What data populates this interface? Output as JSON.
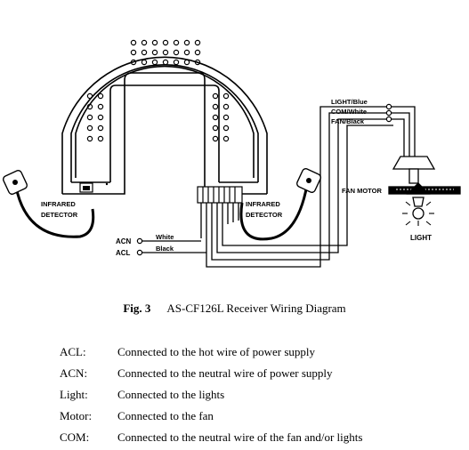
{
  "diagram": {
    "wire_labels": {
      "light": "LIGHT/Blue",
      "com": "COM/White",
      "fan": "FAN/Black",
      "white": "White",
      "black": "Black"
    },
    "terminals": {
      "acn": "ACN",
      "acl": "ACL"
    },
    "detector_left": [
      "INFRARED",
      "DETECTOR"
    ],
    "detector_right": [
      "INFRARED",
      "DETECTOR"
    ],
    "fan_motor": "FAN MOTOR",
    "light": "LIGHT"
  },
  "caption": {
    "fig": "Fig. 3",
    "title": "AS-CF126L Receiver Wiring Diagram"
  },
  "legend": [
    {
      "key": "ACL:",
      "desc": "Connected to the hot wire of power supply"
    },
    {
      "key": "ACN:",
      "desc": "Connected to the neutral wire of power supply"
    },
    {
      "key": "Light:",
      "desc": "Connected to the lights"
    },
    {
      "key": "Motor:",
      "desc": "Connected to the fan"
    },
    {
      "key": "COM:",
      "desc": "Connected to the neutral wire of the fan and/or lights"
    }
  ]
}
